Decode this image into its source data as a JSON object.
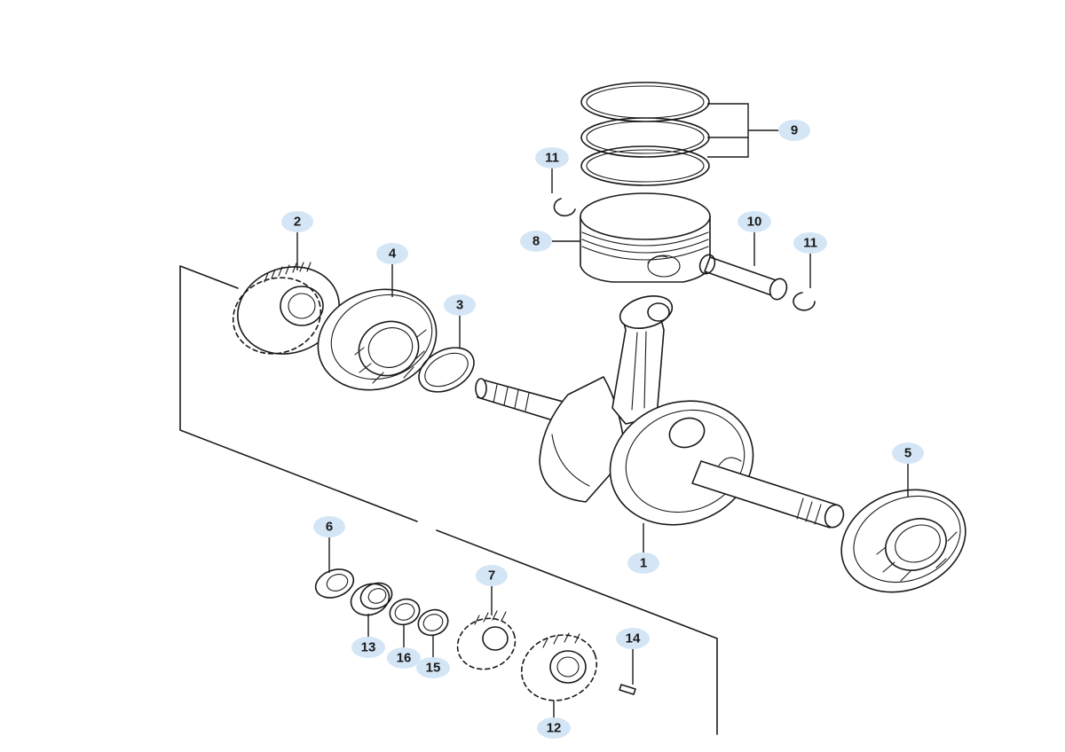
{
  "callouts": [
    {
      "id": "1",
      "label": "1"
    },
    {
      "id": "2",
      "label": "2"
    },
    {
      "id": "3",
      "label": "3"
    },
    {
      "id": "4",
      "label": "4"
    },
    {
      "id": "5",
      "label": "5"
    },
    {
      "id": "6",
      "label": "6"
    },
    {
      "id": "7",
      "label": "7"
    },
    {
      "id": "8",
      "label": "8"
    },
    {
      "id": "9",
      "label": "9"
    },
    {
      "id": "10",
      "label": "10"
    },
    {
      "id": "11a",
      "label": "11"
    },
    {
      "id": "11b",
      "label": "11"
    },
    {
      "id": "12",
      "label": "12"
    },
    {
      "id": "13",
      "label": "13"
    },
    {
      "id": "14",
      "label": "14"
    },
    {
      "id": "15",
      "label": "15"
    },
    {
      "id": "16",
      "label": "16"
    }
  ],
  "colors": {
    "badge": "#d4e6f6",
    "line": "#1a1a1a",
    "background": "#ffffff"
  }
}
